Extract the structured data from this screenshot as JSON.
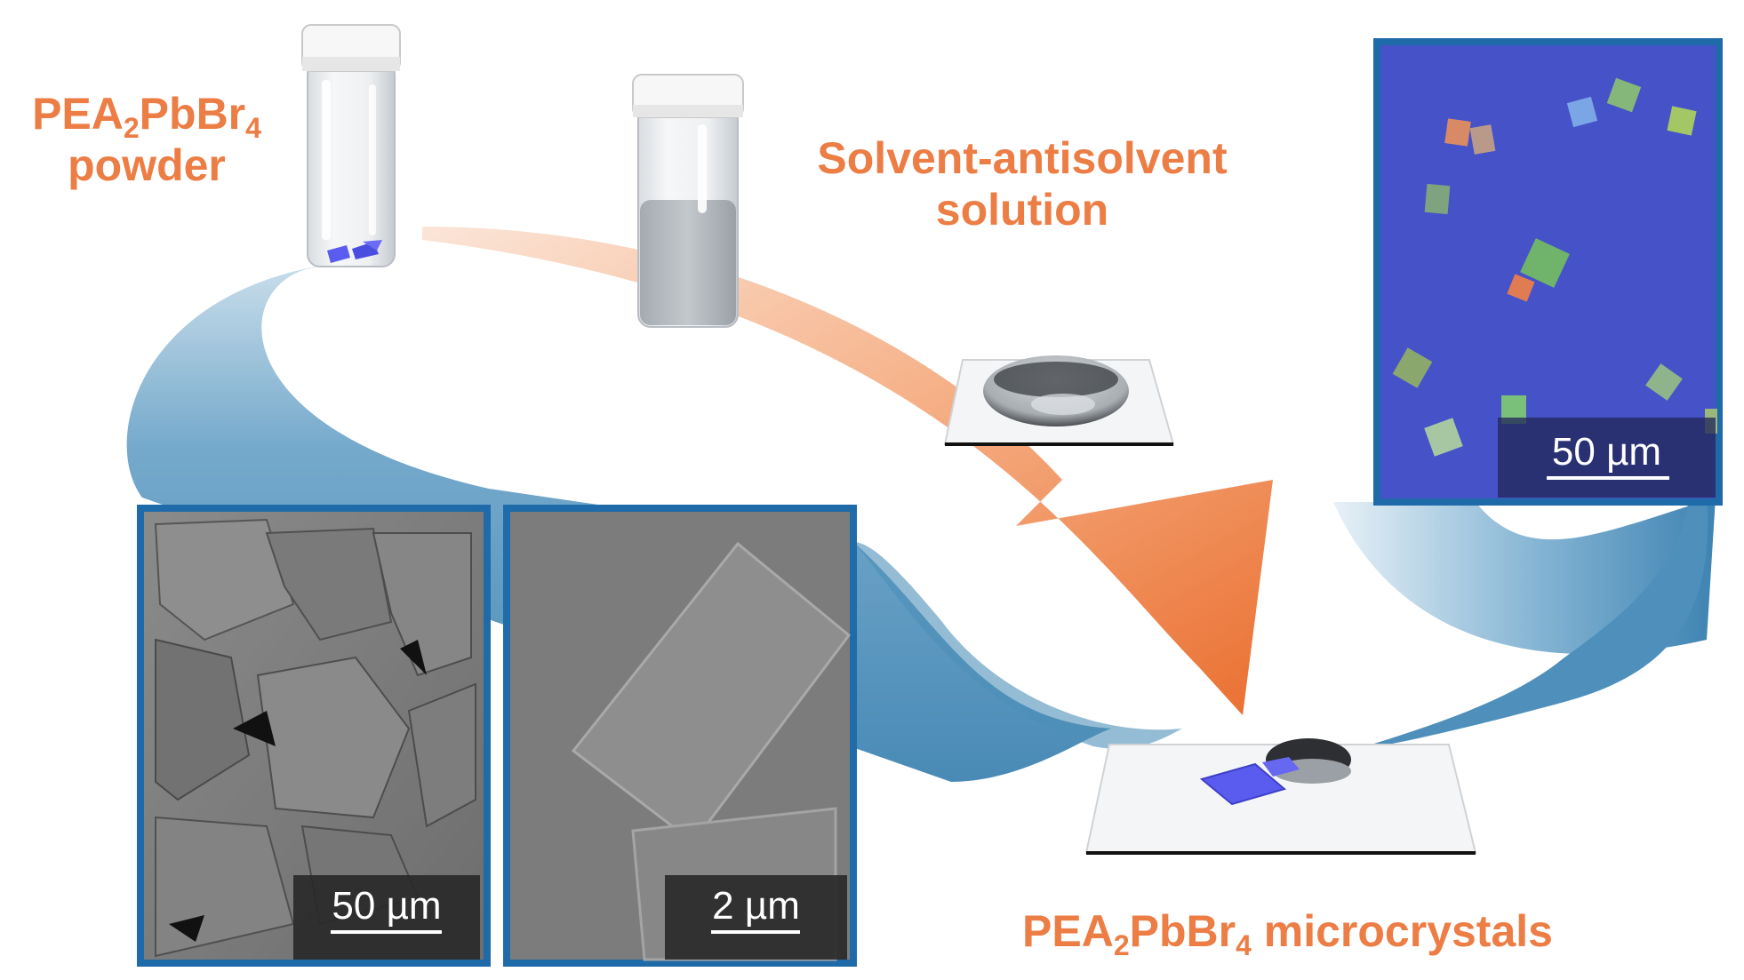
{
  "labels": {
    "powder_prefix": "PEA",
    "powder_sub1": "2",
    "powder_mid": "PbBr",
    "powder_sub2": "4",
    "powder_suffix": "powder",
    "solution_line1": "Solvent-antisolvent",
    "solution_line2": "solution",
    "micro_prefix": "PEA",
    "micro_sub1": "2",
    "micro_mid": "PbBr",
    "micro_sub2": "4",
    "micro_suffix": " microcrystals"
  },
  "scale_bars": {
    "sem_left": "50 µm",
    "sem_right": "2 µm",
    "optical": "50 µm"
  },
  "colors": {
    "label_orange": "#ec7d45",
    "ribbon_blue": "#4d8fb8",
    "frame_blue": "#1f6aa8",
    "optical_bg": "#4652c8",
    "arrow_orange": "#ee8148",
    "crystal_purple": "#5a5cf0",
    "sem_gray": "#7c7c7c"
  }
}
